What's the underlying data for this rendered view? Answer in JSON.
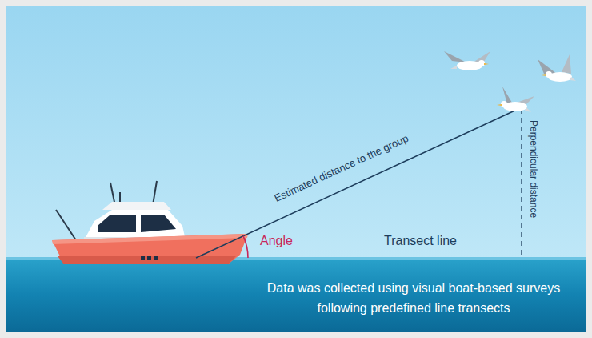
{
  "diagram": {
    "caption": "Data was collected using visual boat-based surveys following predefined line transects",
    "labels": [
      "Estimated distance to the group",
      "Angle",
      "Transect line",
      "Perpendicular distance"
    ]
  }
}
